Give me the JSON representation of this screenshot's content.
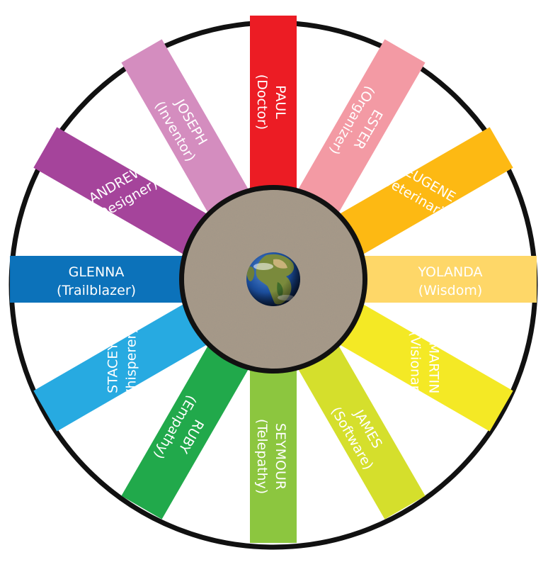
{
  "wheel": {
    "spokes": [
      {
        "name": "PAUL",
        "role": "(Doctor)",
        "color": "#ec1c24"
      },
      {
        "name": "ESTER",
        "role": "(Organizer)",
        "color": "#f39aa4"
      },
      {
        "name": "EUGENE",
        "role": "(Veterinarian)",
        "color": "#fdb913"
      },
      {
        "name": "YOLANDA",
        "role": "(Wisdom)",
        "color": "#fed768"
      },
      {
        "name": "MARTIN",
        "role": "(Visionary)",
        "color": "#f4e925"
      },
      {
        "name": "JAMES",
        "role": "(Software)",
        "color": "#d5df2c"
      },
      {
        "name": "SEYMOUR",
        "role": "(Telepathy)",
        "color": "#8cc63f"
      },
      {
        "name": "RUBY",
        "role": "(Empathy)",
        "color": "#21a94b"
      },
      {
        "name": "STACEY",
        "role": "(Whisperer)",
        "color": "#27aae1"
      },
      {
        "name": "GLENNA",
        "role": "(Trailblazer)",
        "color": "#0c72ba"
      },
      {
        "name": "ANDREW",
        "role": "(Designer)",
        "color": "#a5449b"
      },
      {
        "name": "JOSEPH",
        "role": "(Inventor)",
        "color": "#d48dbf"
      }
    ],
    "rim_color": "#111111",
    "hub_color": "#a69988",
    "center_icon": "earth-globe-icon"
  }
}
